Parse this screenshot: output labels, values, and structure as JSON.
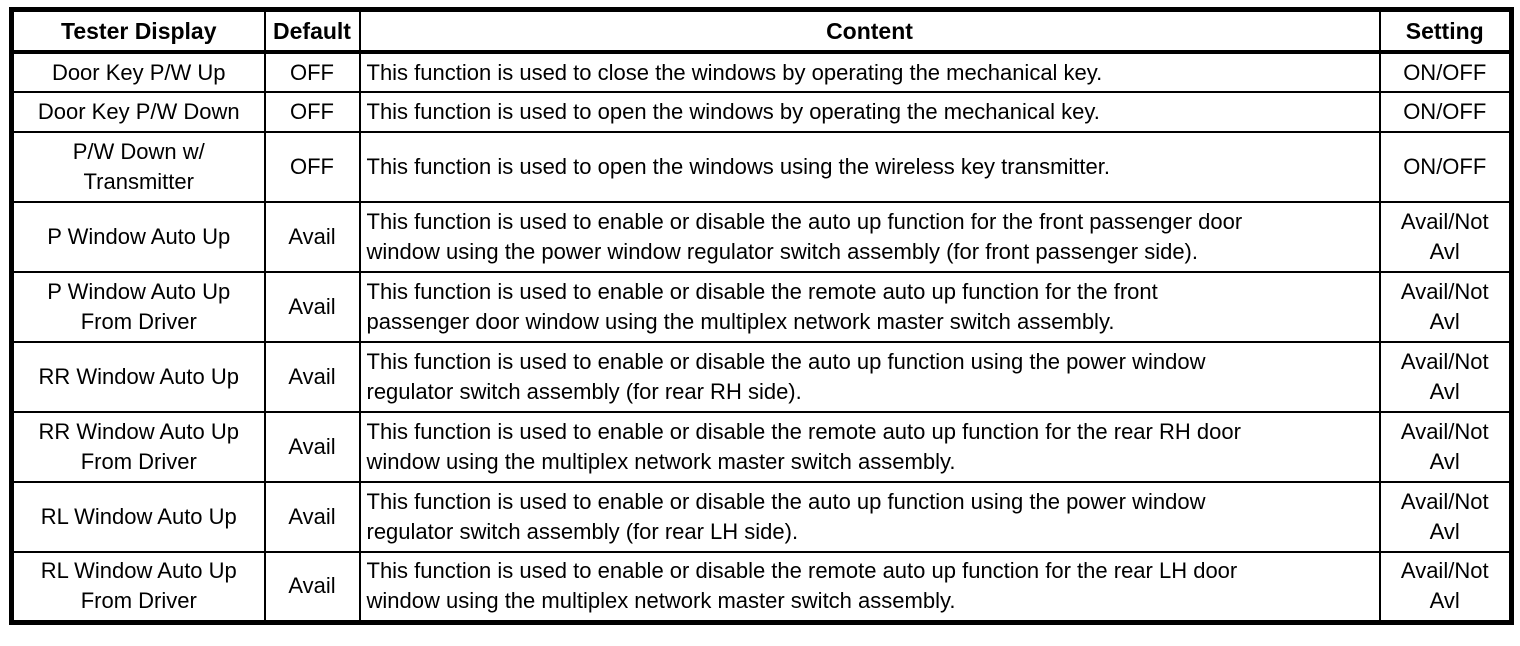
{
  "table": {
    "columns": [
      {
        "key": "tester_display",
        "label": "Tester Display"
      },
      {
        "key": "default",
        "label": "Default"
      },
      {
        "key": "content",
        "label": "Content"
      },
      {
        "key": "setting",
        "label": "Setting"
      }
    ],
    "rows": [
      {
        "tester_display": "Door Key P/W Up",
        "default": "OFF",
        "content": "This function is used to close the windows by operating the mechanical key.",
        "setting": "ON/OFF"
      },
      {
        "tester_display": "Door Key P/W Down",
        "default": "OFF",
        "content": "This function is used to open the windows by operating the mechanical key.",
        "setting": "ON/OFF"
      },
      {
        "tester_display": "P/W Down w/\nTransmitter",
        "default": "OFF",
        "content": "This function is used to open the windows using the wireless key transmitter.",
        "setting": "ON/OFF"
      },
      {
        "tester_display": "P Window Auto Up",
        "default": "Avail",
        "content": "This function is used to enable or disable the auto up function for the front passenger door\nwindow using the power window regulator switch assembly (for front passenger side).",
        "setting": "Avail/Not\nAvl"
      },
      {
        "tester_display": "P Window Auto Up\nFrom Driver",
        "default": "Avail",
        "content": "This function is used to enable or disable the remote auto up function for the front\npassenger door window using the multiplex network master switch assembly.",
        "setting": "Avail/Not\nAvl"
      },
      {
        "tester_display": "RR Window Auto Up",
        "default": "Avail",
        "content": "This function is used to enable or disable the auto up function using the power window\nregulator switch assembly (for rear RH side).",
        "setting": "Avail/Not\nAvl"
      },
      {
        "tester_display": "RR Window Auto Up\nFrom Driver",
        "default": "Avail",
        "content": "This function is used to enable or disable the remote auto up function for the rear RH door\nwindow using the multiplex network master switch assembly.",
        "setting": "Avail/Not\nAvl"
      },
      {
        "tester_display": "RL Window Auto Up",
        "default": "Avail",
        "content": "This function is used to enable or disable the auto up function using the power window\nregulator switch assembly (for rear LH side).",
        "setting": "Avail/Not\nAvl"
      },
      {
        "tester_display": "RL Window Auto Up\nFrom Driver",
        "default": "Avail",
        "content": "This function is used to enable or disable the remote auto up function for the rear LH door\nwindow using the multiplex network master switch assembly.",
        "setting": "Avail/Not\nAvl"
      }
    ]
  }
}
